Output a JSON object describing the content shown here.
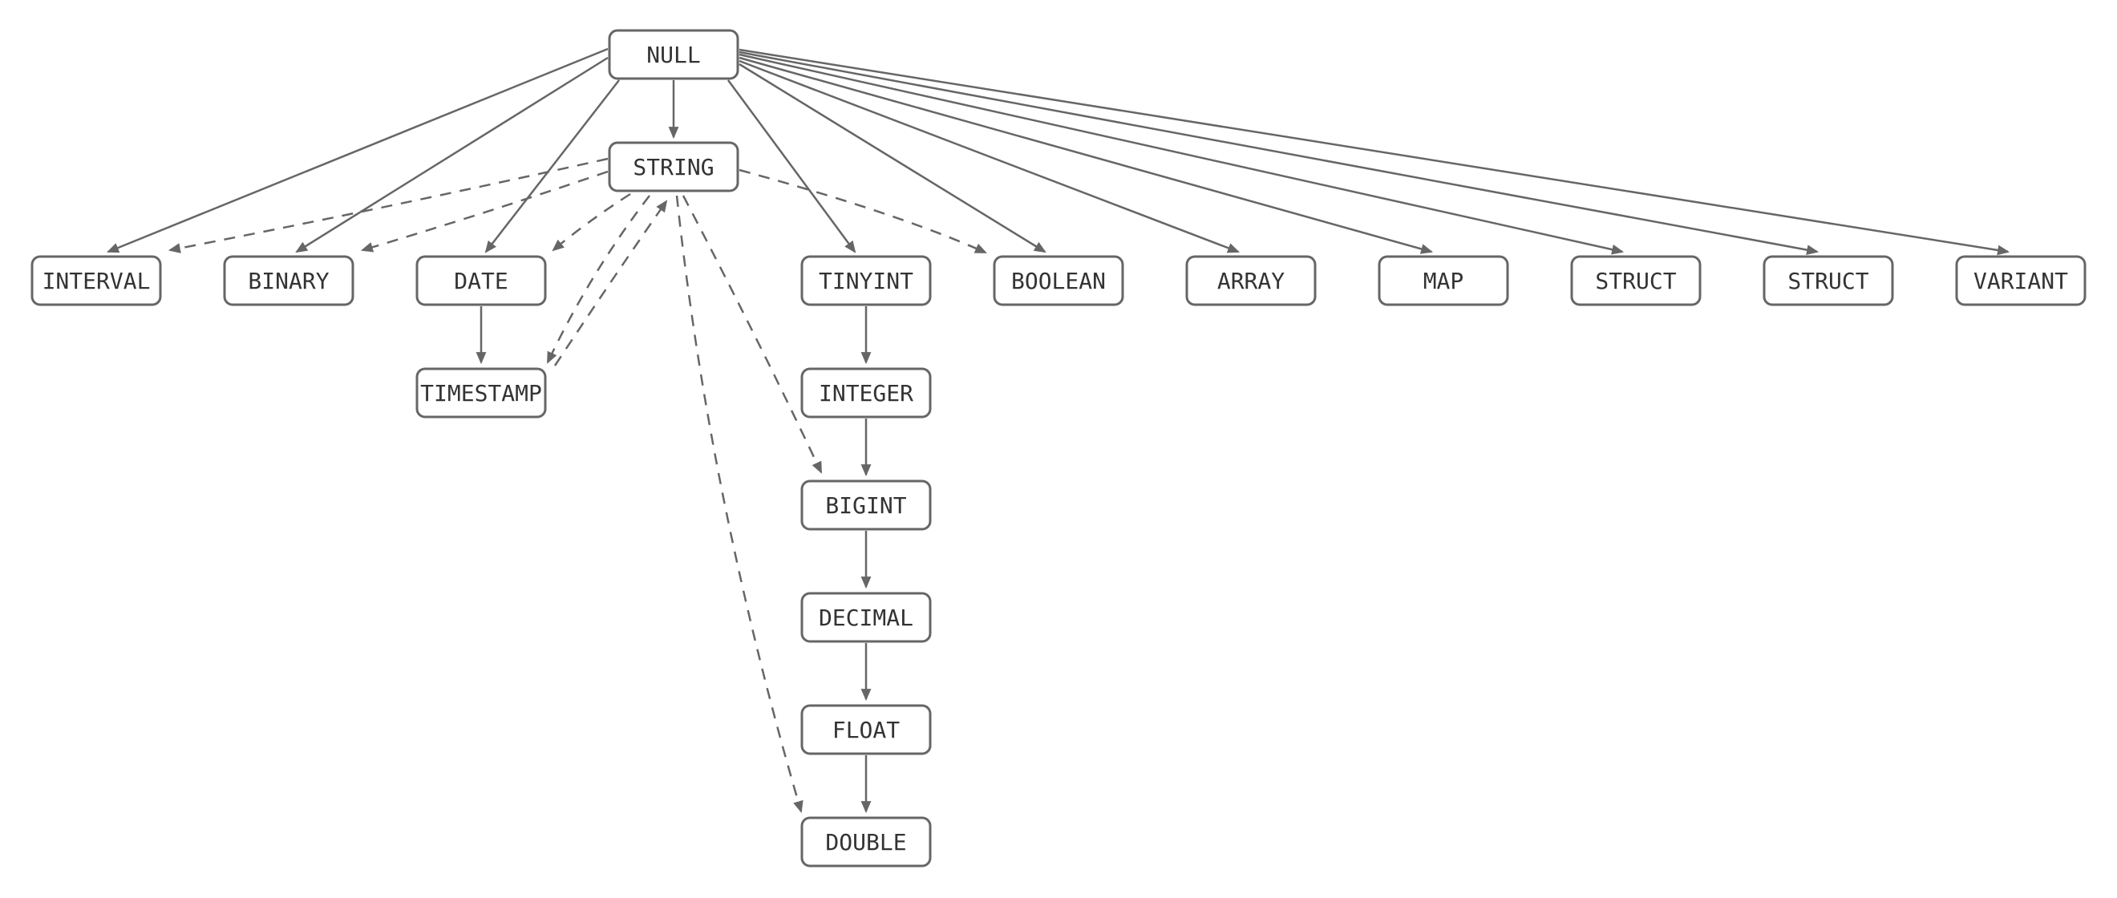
{
  "diagram": {
    "kind": "type-precedence-flowchart",
    "colors": {
      "background": "#ffffff",
      "node_fill": "#ffffff",
      "node_border": "#666666",
      "edge": "#666666",
      "text": "#333333"
    },
    "edge_styles": {
      "solid": "precedence (implicit upcast)",
      "dashed": "implicit crosscast"
    },
    "nodes": [
      {
        "id": "null",
        "label": "NULL"
      },
      {
        "id": "string",
        "label": "STRING"
      },
      {
        "id": "interval",
        "label": "INTERVAL"
      },
      {
        "id": "binary",
        "label": "BINARY"
      },
      {
        "id": "date",
        "label": "DATE"
      },
      {
        "id": "timestamp",
        "label": "TIMESTAMP"
      },
      {
        "id": "tinyint",
        "label": "TINYINT"
      },
      {
        "id": "integer",
        "label": "INTEGER"
      },
      {
        "id": "bigint",
        "label": "BIGINT"
      },
      {
        "id": "decimal",
        "label": "DECIMAL"
      },
      {
        "id": "float",
        "label": "FLOAT"
      },
      {
        "id": "double",
        "label": "DOUBLE"
      },
      {
        "id": "boolean",
        "label": "BOOLEAN"
      },
      {
        "id": "array",
        "label": "ARRAY"
      },
      {
        "id": "map",
        "label": "MAP"
      },
      {
        "id": "struct1",
        "label": "STRUCT"
      },
      {
        "id": "struct2",
        "label": "STRUCT"
      },
      {
        "id": "variant",
        "label": "VARIANT"
      }
    ],
    "edges": [
      {
        "from": "null",
        "to": "string",
        "style": "solid"
      },
      {
        "from": "null",
        "to": "interval",
        "style": "solid"
      },
      {
        "from": "null",
        "to": "binary",
        "style": "solid"
      },
      {
        "from": "null",
        "to": "date",
        "style": "solid"
      },
      {
        "from": "null",
        "to": "tinyint",
        "style": "solid"
      },
      {
        "from": "null",
        "to": "boolean",
        "style": "solid"
      },
      {
        "from": "null",
        "to": "array",
        "style": "solid"
      },
      {
        "from": "null",
        "to": "map",
        "style": "solid"
      },
      {
        "from": "null",
        "to": "struct1",
        "style": "solid"
      },
      {
        "from": "null",
        "to": "struct2",
        "style": "solid"
      },
      {
        "from": "null",
        "to": "variant",
        "style": "solid"
      },
      {
        "from": "date",
        "to": "timestamp",
        "style": "solid"
      },
      {
        "from": "tinyint",
        "to": "integer",
        "style": "solid"
      },
      {
        "from": "integer",
        "to": "bigint",
        "style": "solid"
      },
      {
        "from": "bigint",
        "to": "decimal",
        "style": "solid"
      },
      {
        "from": "decimal",
        "to": "float",
        "style": "solid"
      },
      {
        "from": "float",
        "to": "double",
        "style": "solid"
      },
      {
        "from": "string",
        "to": "interval",
        "style": "dashed"
      },
      {
        "from": "string",
        "to": "binary",
        "style": "dashed"
      },
      {
        "from": "string",
        "to": "date",
        "style": "dashed"
      },
      {
        "from": "string",
        "to": "timestamp",
        "style": "dashed"
      },
      {
        "from": "timestamp",
        "to": "string",
        "style": "dashed"
      },
      {
        "from": "string",
        "to": "bigint",
        "style": "dashed"
      },
      {
        "from": "string",
        "to": "double",
        "style": "dashed"
      },
      {
        "from": "string",
        "to": "boolean",
        "style": "dashed"
      }
    ]
  }
}
